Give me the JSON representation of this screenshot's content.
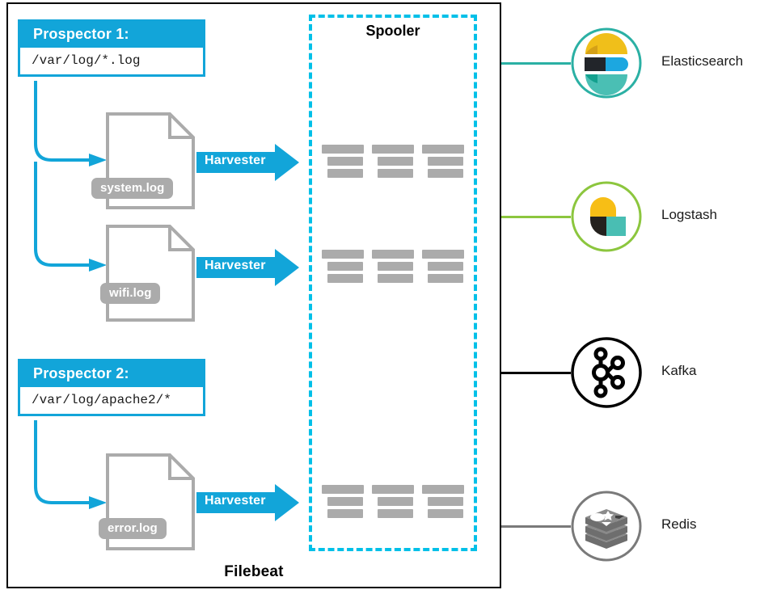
{
  "diagram": {
    "container_label": "Filebeat",
    "spooler_label": "Spooler",
    "colors": {
      "beats_blue": "#12A5D9",
      "spooler_dashed": "#00C0E8",
      "doc_gray": "#ABABAB",
      "container_border": "#000000"
    }
  },
  "prospectors": [
    {
      "title": "Prospector 1:",
      "path": "/var/log/*.log"
    },
    {
      "title": "Prospector 2:",
      "path": "/var/log/apache2/*"
    }
  ],
  "files": [
    {
      "name": "system.log",
      "harvester_label": "Harvester"
    },
    {
      "name": "wifi.log",
      "harvester_label": "Harvester"
    },
    {
      "name": "error.log",
      "harvester_label": "Harvester"
    }
  ],
  "outputs": [
    {
      "name": "Elasticsearch",
      "icon": "elasticsearch-logo",
      "line_color": "#2BB0A4",
      "ring_color": "#2BB0A4"
    },
    {
      "name": "Logstash",
      "icon": "logstash-logo",
      "line_color": "#8CC63E",
      "ring_color": "#8CC63E"
    },
    {
      "name": "Kafka",
      "icon": "kafka-logo",
      "line_color": "#000000",
      "ring_color": "#000000"
    },
    {
      "name": "Redis",
      "icon": "redis-logo",
      "line_color": "#7A7A7A",
      "ring_color": "#7A7A7A"
    }
  ]
}
